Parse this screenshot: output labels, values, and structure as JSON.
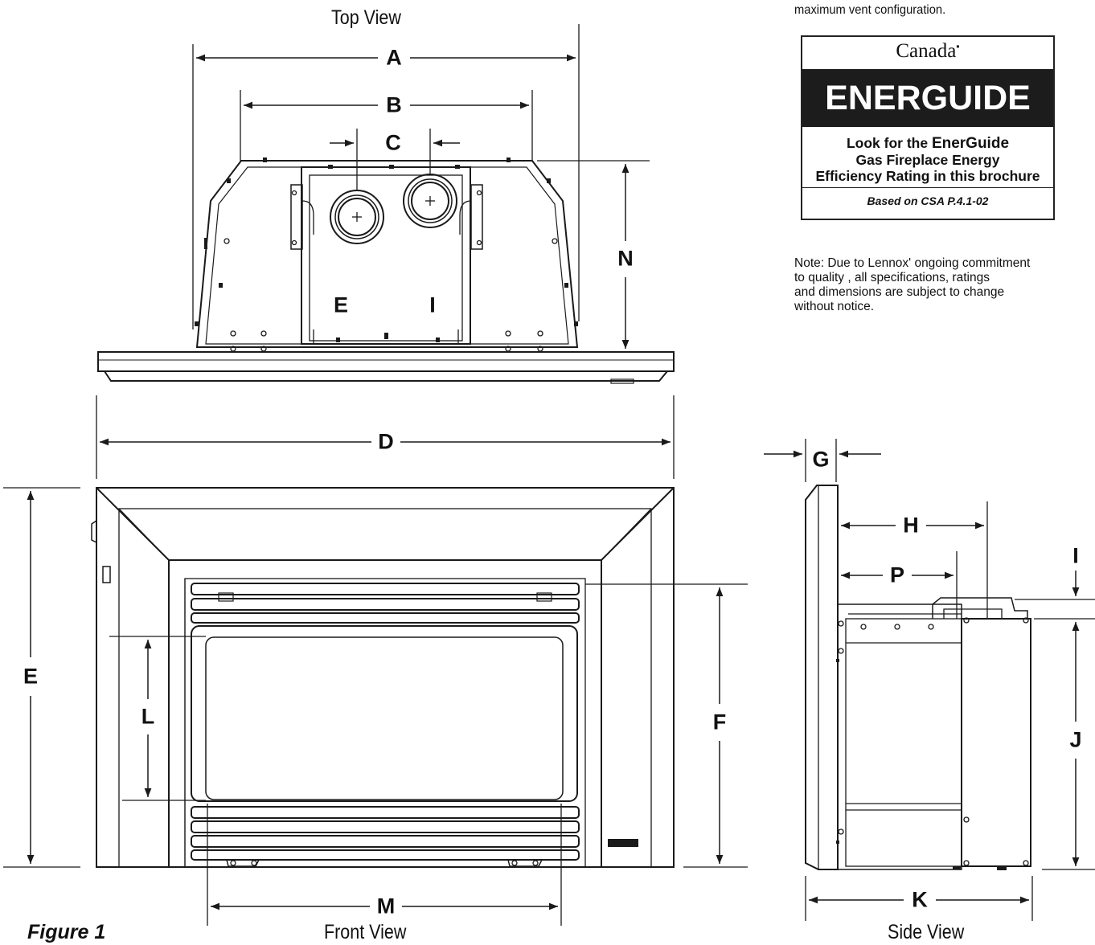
{
  "views": {
    "top": "Top View",
    "front": "Front View",
    "side": "Side View"
  },
  "figure_label": "Figure 1",
  "header_note": "maximum vent configuration.",
  "energuide": {
    "country": "Canada",
    "brand": "ENERGUIDE",
    "line1_prefix": "Look for the ",
    "line1_bold": "EnerGuide",
    "line2": "Gas Fireplace Energy",
    "line3": "Efficiency Rating in this brochure",
    "footer": "Based on CSA P.4.1-02"
  },
  "note": {
    "line1": "Note: Due to Lennox' ongoing commitment",
    "line2": "to quality , all specifications, ratings",
    "line3": "and dimensions are subject to change",
    "line4": "without notice."
  },
  "dimensions": {
    "A": "A",
    "B": "B",
    "C": "C",
    "D": "D",
    "E_top": "E",
    "I_top": "I",
    "N": "N",
    "E": "E",
    "F": "F",
    "L": "L",
    "M": "M",
    "G": "G",
    "H": "H",
    "P": "P",
    "I": "I",
    "J": "J",
    "K": "K"
  },
  "colors": {
    "line": "#1a1a1a",
    "background": "#ffffff"
  }
}
